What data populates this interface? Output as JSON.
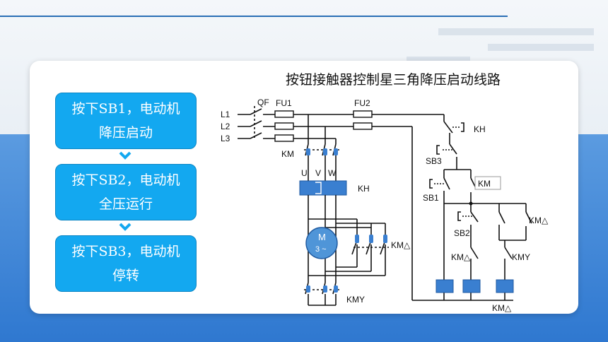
{
  "diagram": {
    "title": "按钮接触器控制星三角降压启动线路"
  },
  "steps": [
    {
      "line1": "按下SB1，电动机",
      "line2": "降压启动"
    },
    {
      "line1": "按下SB2，电动机",
      "line2": "全压运行"
    },
    {
      "line1": "按下SB3，电动机",
      "line2": "停转"
    }
  ],
  "circuit_labels": {
    "qf": "QF",
    "fu1": "FU1",
    "fu2": "FU2",
    "l1": "L1",
    "l2": "L2",
    "l3": "L3",
    "km_main": "KM",
    "u": "U",
    "v": "V",
    "w": "W",
    "kh_main": "KH",
    "motor_m": "M",
    "motor_phase": "3 ~",
    "km_delta_main": "KM△",
    "km_y_main": "KMY",
    "kh_ctrl": "KH",
    "sb3": "SB3",
    "km_box": "KM",
    "sb1": "SB1",
    "km_delta_ctrl": "KM△",
    "sb2": "SB2",
    "km_delta_il": "KM△",
    "km_y_il": "KMY",
    "km_delta_bottom": "KM△"
  },
  "colors": {
    "step_fill": "#13a8f0",
    "wire": "#111111",
    "component_blue": "#3a7fd0",
    "motor_fill": "#4f95d8"
  }
}
